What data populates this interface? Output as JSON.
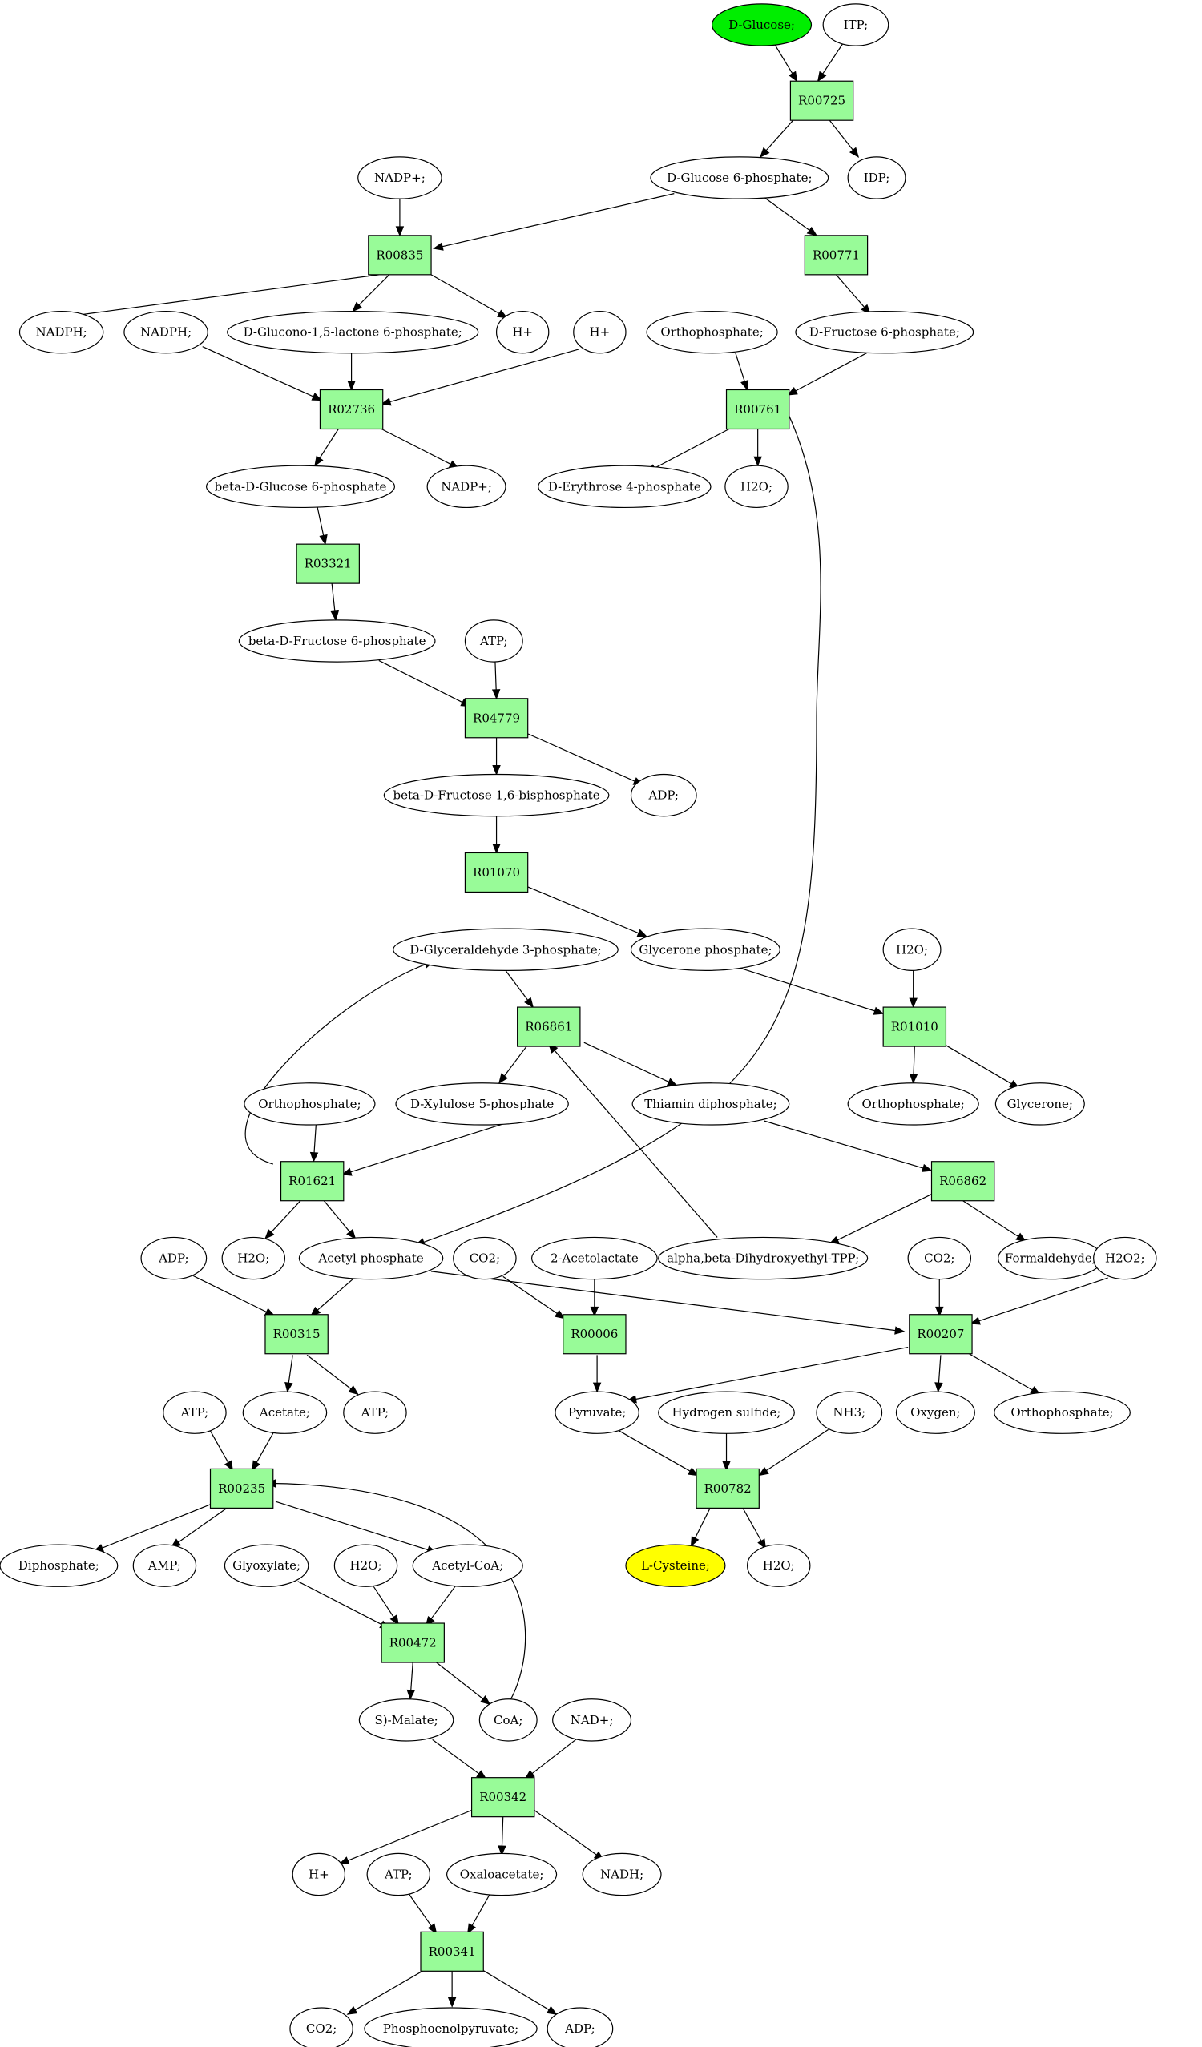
{
  "reactions": [
    "R00725",
    "R00835",
    "R00771",
    "R02736",
    "R00761",
    "R03321",
    "R04779",
    "R01070",
    "R06861",
    "R01010",
    "R01621",
    "R06862",
    "R00315",
    "R00006",
    "R00207",
    "R00235",
    "R00782",
    "R00472",
    "R00342",
    "R00341"
  ],
  "compounds": [
    "D-Glucose;",
    "ITP;",
    "D-Glucose 6-phosphate;",
    "IDP;",
    "NADP+;",
    "NADPH;",
    "D-Glucono-1,5-lactone 6-phosphate;",
    "H+",
    "NADPH;",
    "H+",
    "Orthophosphate;",
    "D-Fructose 6-phosphate;",
    "beta-D-Glucose 6-phosphate",
    "NADP+;",
    "D-Erythrose 4-phosphate",
    "H2O;",
    "beta-D-Fructose 6-phosphate",
    "ATP;",
    "beta-D-Fructose 1,6-bisphosphate",
    "ADP;",
    "D-Glyceraldehyde 3-phosphate;",
    "Glycerone phosphate;",
    "H2O;",
    "Orthophosphate;",
    "D-Xylulose 5-phosphate",
    "Thiamin diphosphate;",
    "Orthophosphate;",
    "Glycerone;",
    "H2O;",
    "Acetyl phosphate",
    "alpha,beta-Dihydroxyethyl-TPP;",
    "Formaldehyde;",
    "ADP;",
    "CO2;",
    "2-Acetolactate",
    "CO2;",
    "H2O2;",
    "Acetate;",
    "ATP;",
    "Pyruvate;",
    "Hydrogen sulfide;",
    "NH3;",
    "Oxygen;",
    "Orthophosphate;",
    "ATP;",
    "Diphosphate;",
    "AMP;",
    "Glyoxylate;",
    "H2O;",
    "Acetyl-CoA;",
    "L-Cysteine;",
    "H2O;",
    "S)-Malate;",
    "CoA;",
    "NAD+;",
    "H+",
    "ATP;",
    "Oxaloacetate;",
    "NADH;",
    "CO2;",
    "Phosphoenolpyruvate;",
    "ADP;"
  ],
  "colors": {
    "start_compound": "#00ee00",
    "target_compound": "#ffff00",
    "reaction": "#98fb98"
  }
}
